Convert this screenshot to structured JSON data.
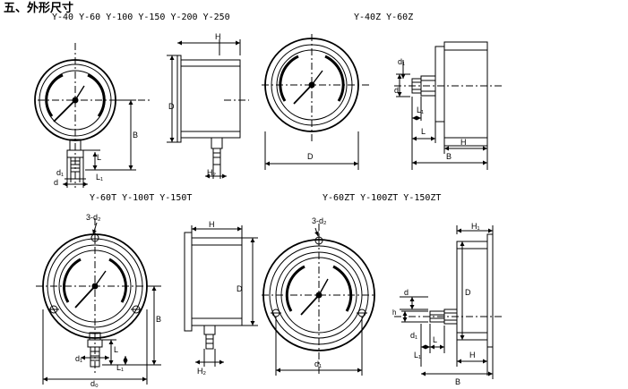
{
  "heading": "五、外形尺寸",
  "captions": {
    "group1": "Y-40 Y-60 Y-100 Y-150 Y-200 Y-250",
    "group2": "Y-40Z Y-60Z",
    "group3": "Y-60T Y-100T Y-150T",
    "group4": "Y-60ZT Y-100ZT Y-150ZT"
  },
  "dims": {
    "D": "D",
    "B": "B",
    "H": "H",
    "L": "L",
    "L1": "L₁",
    "d": "d",
    "d1": "d₁",
    "d0": "d₀",
    "H1": "H₁",
    "H2": "H₂",
    "h": "h",
    "holes": "3-d₂"
  }
}
